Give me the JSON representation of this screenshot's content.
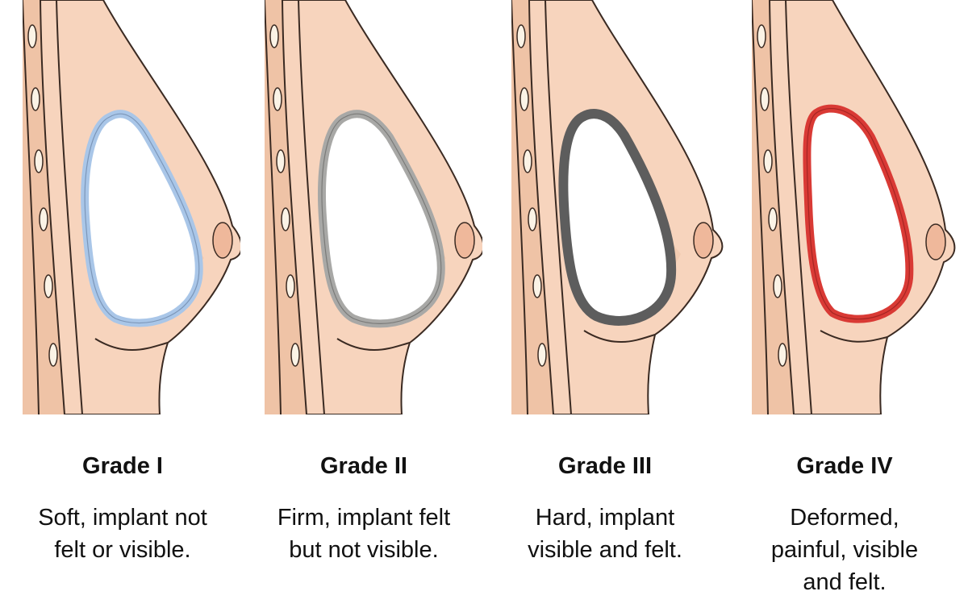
{
  "colors": {
    "skin": "#f7d4bd",
    "skin_shadow": "#efc3a6",
    "outline": "#3a2a22",
    "implant_fill": "#ffffff",
    "rib_fill": "#fbf3e6"
  },
  "grades": [
    {
      "title": "Grade I",
      "description": [
        "Soft, implant not",
        "felt or visible."
      ],
      "capsule_color": "#a9c6e8",
      "capsule_icon": "capsule-soft-icon"
    },
    {
      "title": "Grade II",
      "description": [
        "Firm, implant felt",
        "but not visible."
      ],
      "capsule_color": "#a8a8a6",
      "capsule_icon": "capsule-firm-icon"
    },
    {
      "title": "Grade III",
      "description": [
        "Hard, implant",
        "visible and felt."
      ],
      "capsule_color": "#5d5d5d",
      "capsule_icon": "capsule-hard-icon"
    },
    {
      "title": "Grade IV",
      "description": [
        "Deformed,",
        "painful, visible",
        "and felt."
      ],
      "capsule_color": "#d93a35",
      "capsule_icon": "capsule-deformed-icon"
    }
  ]
}
